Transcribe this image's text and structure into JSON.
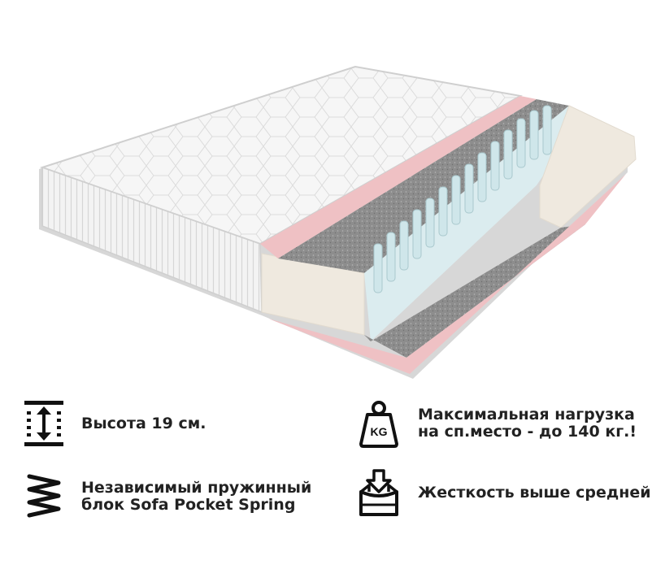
{
  "features": {
    "height": {
      "icon": "height-arrows-icon",
      "lines": [
        "Высота 19 см."
      ]
    },
    "load": {
      "icon": "kg-weight-icon",
      "badge": "KG",
      "lines": [
        "Максимальная нагрузка",
        "на сп.место - до 140 кг.!"
      ]
    },
    "spring": {
      "icon": "spring-coil-icon",
      "lines": [
        "Независимый пружинный",
        "блок Sofa Pocket Spring"
      ]
    },
    "firmness": {
      "icon": "pressure-box-icon",
      "lines": [
        "Жесткость выше средней"
      ]
    }
  },
  "colors": {
    "text": "#222222",
    "pink_layer": "#efc1c4",
    "felt_layer": "#8a8a8a",
    "foam_layer": "#efe9df",
    "springs": "#cfe6ea",
    "cover": "#f4f4f4"
  }
}
